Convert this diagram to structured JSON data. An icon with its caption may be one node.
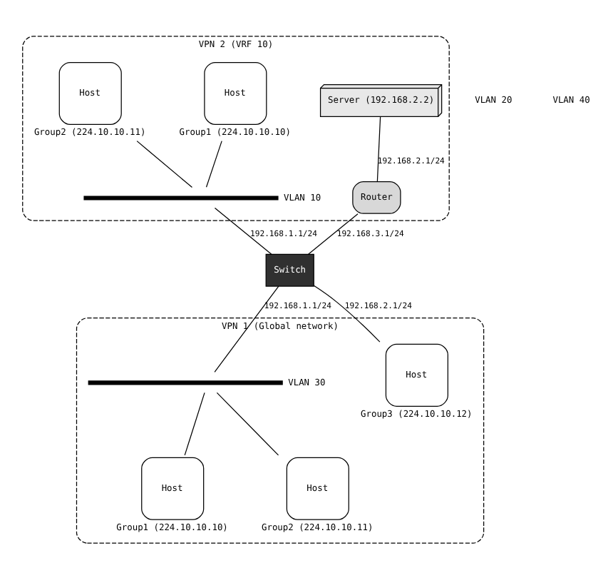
{
  "diagram": {
    "nodes": [
      {
        "text": [
          "VPN 2 (VRF 10)"
        ]
      },
      {
        "text": [
          "Host"
        ],
        "in": 0,
        "beside": [
          "Group1 (224.10.10.10)"
        ]
      },
      {
        "text": [
          "Host"
        ],
        "in": 0,
        "beside": [
          "Group2 (224.10.10.11)"
        ]
      },
      {
        "text": [],
        "shape": "bar",
        "in": 0,
        "beside": [
          "VLAN 10"
        ]
      },
      {
        "text": [
          "Server (192.168.2.2)"
        ],
        "in": 0
      },
      {
        "text": [
          "Router"
        ],
        "in": 0
      },
      {
        "text": [
          "Switch"
        ]
      },
      {
        "text": [
          "VPN 1 (Global network)"
        ]
      },
      {
        "text": [],
        "shape": "bar",
        "in": 7,
        "beside": [
          "VLAN 30"
        ]
      },
      {
        "text": [
          "Host"
        ],
        "in": 7,
        "beside": [
          "Group1 (224.10.10.10)"
        ]
      },
      {
        "text": [
          "Host"
        ],
        "in": 7,
        "beside": [
          "Group2 (224.10.10.11)"
        ]
      },
      {
        "text": [
          "Host"
        ],
        "in": 7,
        "beside": [
          "Group3 (224.10.10.12)"
        ]
      }
    ],
    "edges": [
      {
        "from": 1,
        "to": 3,
        "arrow": "none"
      },
      {
        "from": 2,
        "to": 3,
        "arrow": "none"
      },
      {
        "from": 3,
        "to": 6,
        "arrow": "none",
        "label": "192.168.1.1/24"
      },
      {
        "from": 4,
        "to": 5,
        "arrow": "none",
        "label": "192.168.2.1/24"
      },
      {
        "from": 5,
        "to": 6,
        "arrow": "none",
        "label": "192.168.3.1/24"
      },
      {
        "from": 6,
        "to": 8,
        "arrow": "none",
        "label": "192.168.1.1/24"
      },
      {
        "from": 6,
        "to": 11,
        "arrow": "none",
        "label": "192.168.2.1/24"
      },
      {
        "from": 8,
        "to": 9,
        "arrow": "none"
      },
      {
        "from": 8,
        "to": 10,
        "arrow": "none"
      }
    ],
    "labels": [
      "VLAN 20",
      "VLAN 40"
    ]
  }
}
